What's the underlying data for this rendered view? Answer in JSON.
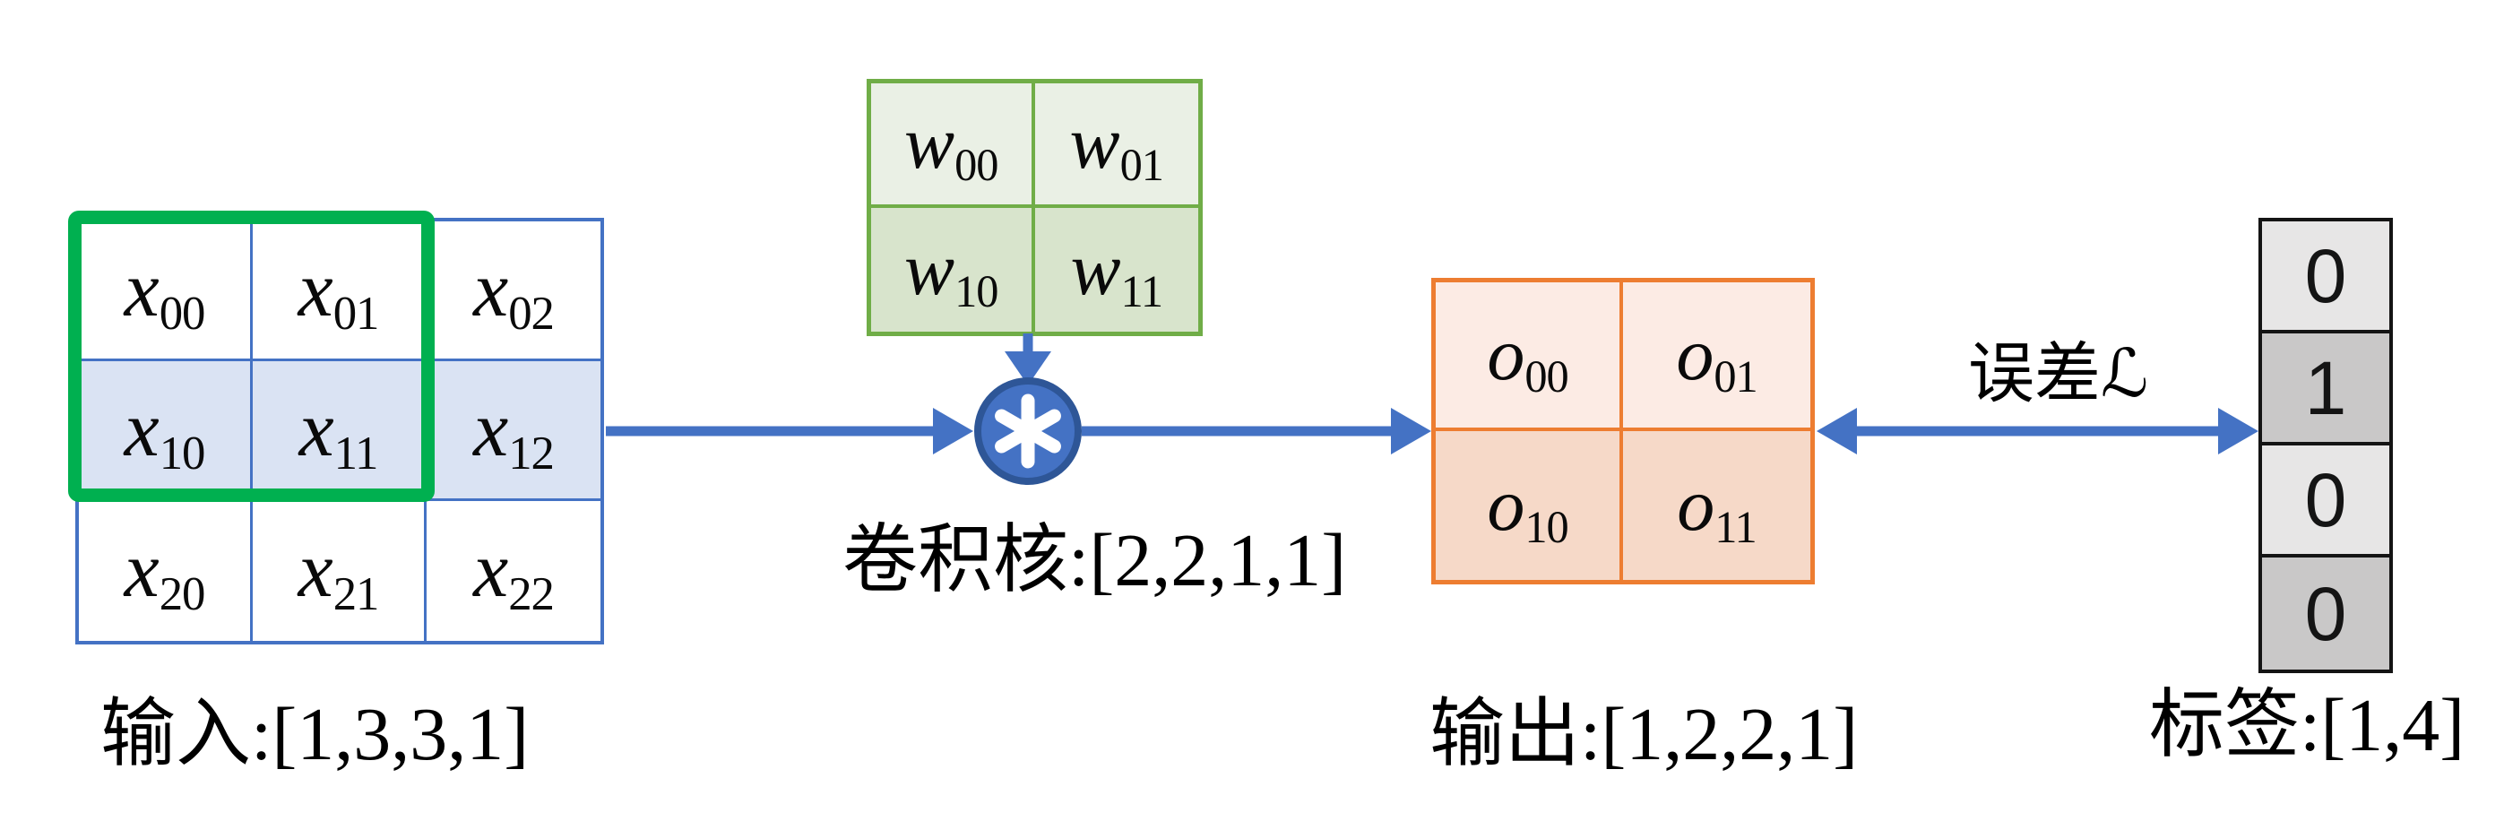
{
  "input": {
    "label": "输入:[1,3,3,1]",
    "cells": [
      [
        {
          "base": "x",
          "sub": "00"
        },
        {
          "base": "x",
          "sub": "01"
        },
        {
          "base": "x",
          "sub": "02"
        }
      ],
      [
        {
          "base": "x",
          "sub": "10"
        },
        {
          "base": "x",
          "sub": "11"
        },
        {
          "base": "x",
          "sub": "12"
        }
      ],
      [
        {
          "base": "x",
          "sub": "20"
        },
        {
          "base": "x",
          "sub": "21"
        },
        {
          "base": "x",
          "sub": "22"
        }
      ]
    ]
  },
  "kernel": {
    "label": "卷积核:[2,2,1,1]",
    "cells": [
      [
        {
          "base": "w",
          "sub": "00"
        },
        {
          "base": "w",
          "sub": "01"
        }
      ],
      [
        {
          "base": "w",
          "sub": "10"
        },
        {
          "base": "w",
          "sub": "11"
        }
      ]
    ]
  },
  "operator": {
    "icon": "asterisk-convolution-icon",
    "symbol": "✱"
  },
  "output": {
    "label": "输出:[1,2,2,1]",
    "cells": [
      [
        {
          "base": "o",
          "sub": "00"
        },
        {
          "base": "o",
          "sub": "01"
        }
      ],
      [
        {
          "base": "o",
          "sub": "10"
        },
        {
          "base": "o",
          "sub": "11"
        }
      ]
    ]
  },
  "error": {
    "label": "误差ℒ"
  },
  "tag": {
    "label": "标签:[1,4]",
    "values": [
      "0",
      "1",
      "0",
      "0"
    ]
  },
  "colors": {
    "arrow_blue": "#4472c4",
    "circle_fill": "#4472c4",
    "circle_stroke": "#2e5697",
    "input_border": "#4472c4",
    "input_row_highlight": "#dae3f3",
    "window_green": "#00b050",
    "kernel_border": "#70ad47",
    "kernel_row_top": "#eaf0e5",
    "kernel_row_bottom": "#d8e4cc",
    "output_border": "#ed7d31",
    "output_row_top": "#fcebe4",
    "output_row_bottom": "#f6d9c8",
    "tag_cell_light": "#e7e6e6",
    "tag_cell_dark": "#c9c8c8"
  }
}
